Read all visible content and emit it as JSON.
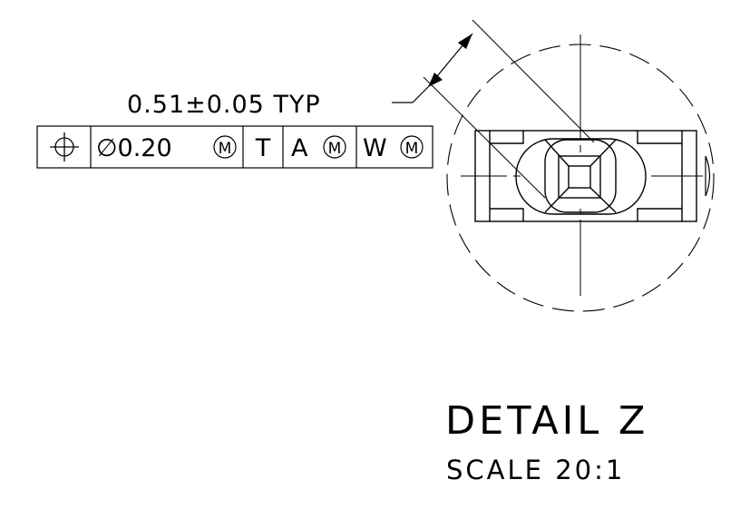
{
  "dimension": {
    "text": "0.51±0.05 TYP"
  },
  "feature_control_frame": {
    "symbol": "position-icon",
    "tolerance": "∅0.20",
    "tolerance_modifier": "M",
    "datums": [
      {
        "label": "T",
        "modifier": ""
      },
      {
        "label": "A",
        "modifier": "M"
      },
      {
        "label": "W",
        "modifier": "M"
      }
    ]
  },
  "detail": {
    "title": "DETAIL Z",
    "scale": "SCALE 20:1"
  }
}
